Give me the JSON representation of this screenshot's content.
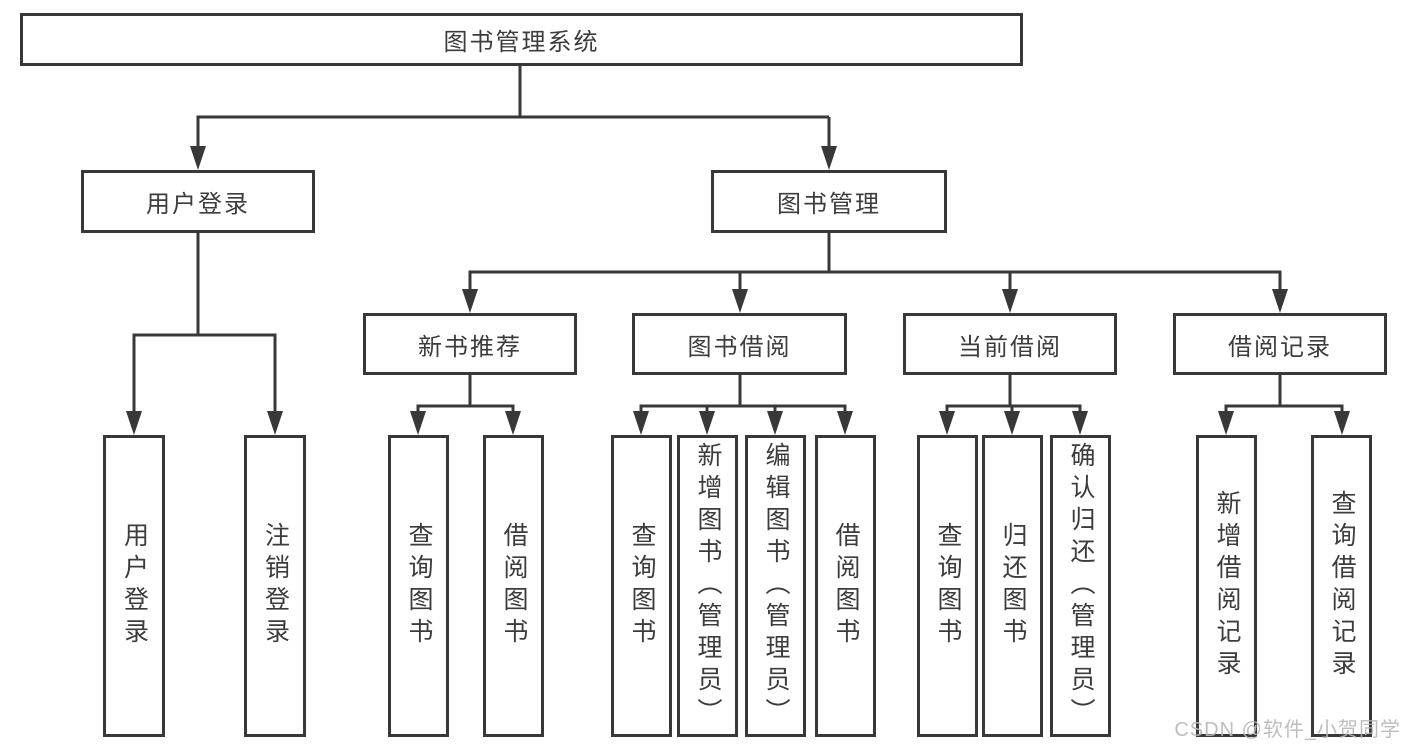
{
  "diagram": {
    "nodes": {
      "root": "图书管理系统",
      "user_login": "用户登录",
      "book_mgmt": "图书管理",
      "new_book_rec": "新书推荐",
      "book_borrow": "图书借阅",
      "current_borrow": "当前借阅",
      "borrow_records": "借阅记录",
      "ul_leaf_login": "用户登录",
      "ul_leaf_logout": "注销登录",
      "nb_leaf_query": "查询图书",
      "nb_leaf_borrow": "借阅图书",
      "bb_leaf_query": "查询图书",
      "bb_leaf_add": "新增图书（管理员）",
      "bb_leaf_edit": "编辑图书（管理员）",
      "bb_leaf_borrow": "借阅图书",
      "cb_leaf_query": "查询图书",
      "cb_leaf_return": "归还图书",
      "cb_leaf_confirm": "确认归还（管理员）",
      "br_leaf_add": "新增借阅记录",
      "br_leaf_query": "查询借阅记录"
    },
    "colors": {
      "line": "#383838",
      "text": "#3c3c3c",
      "box_fill": "#ffffff",
      "background": "#ffffff",
      "watermark": "#b7b7b7"
    }
  },
  "watermark": "CSDN @软件_小贺同学"
}
